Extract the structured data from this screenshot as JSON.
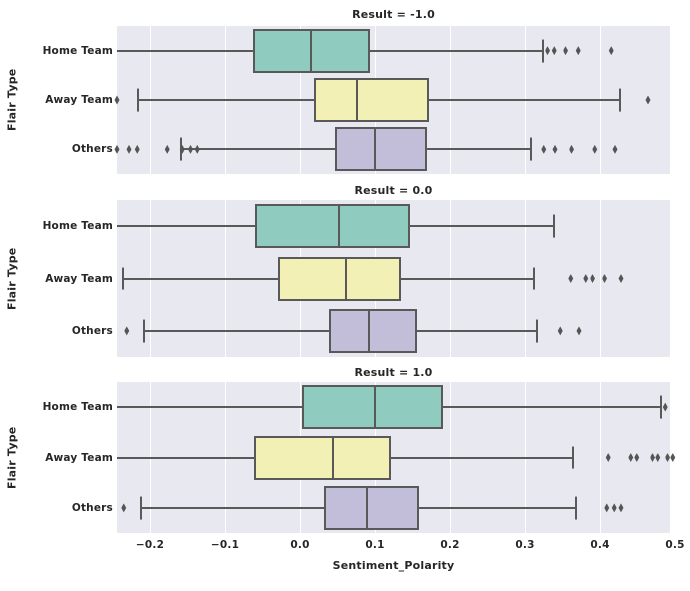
{
  "chart_data": {
    "type": "box",
    "title": "",
    "xlabel": "Sentiment_Polarity",
    "ylabel": "Flair Type",
    "xlim": [
      -0.255,
      0.505
    ],
    "xticks": [
      -0.2,
      -0.1,
      0.0,
      0.1,
      0.2,
      0.3,
      0.4,
      0.5
    ],
    "xticklabels": [
      "−0.2",
      "−0.1",
      "0.0",
      "0.1",
      "0.2",
      "0.3",
      "0.4",
      "0.5"
    ],
    "categories": [
      "Home Team",
      "Away Team",
      "Others"
    ],
    "grid": true,
    "legend": false,
    "colors": {
      "Home Team": "#8FCBBF",
      "Away Team": "#F2F0B4",
      "Others": "#C2BEDA",
      "line": "#595959",
      "panel_bg": "#E8E9F0",
      "grid": "#FFFFFF",
      "text": "#262626"
    },
    "facet_var": "Result",
    "panels": [
      {
        "title": "Result = -1.0",
        "facet_value": -1.0,
        "boxes": [
          {
            "group": "Home Team",
            "whisker_low": -0.244,
            "q1": -0.063,
            "median": 0.013,
            "q3": 0.093,
            "whisker_high": 0.323,
            "fliers": [
              0.33,
              0.339,
              0.354,
              0.371,
              0.415
            ]
          },
          {
            "group": "Away Team",
            "whisker_low": -0.217,
            "q1": 0.019,
            "median": 0.075,
            "q3": 0.172,
            "whisker_high": 0.425,
            "fliers": [
              -0.244,
              0.464
            ]
          },
          {
            "group": "Others",
            "whisker_low": -0.16,
            "q1": 0.047,
            "median": 0.098,
            "q3": 0.169,
            "whisker_high": 0.307,
            "fliers": [
              -0.244,
              -0.228,
              -0.217,
              -0.177,
              -0.157,
              -0.146,
              -0.137,
              0.325,
              0.34,
              0.362,
              0.393,
              0.42
            ]
          }
        ]
      },
      {
        "title": "Result = 0.0",
        "facet_value": 0.0,
        "boxes": [
          {
            "group": "Home Team",
            "whisker_low": -0.244,
            "q1": -0.06,
            "median": 0.051,
            "q3": 0.146,
            "whisker_high": 0.337,
            "fliers": []
          },
          {
            "group": "Away Team",
            "whisker_low": -0.238,
            "q1": -0.029,
            "median": 0.06,
            "q3": 0.135,
            "whisker_high": 0.31,
            "fliers": [
              0.361,
              0.381,
              0.39,
              0.406,
              0.428
            ]
          },
          {
            "group": "Others",
            "whisker_low": -0.209,
            "q1": 0.039,
            "median": 0.09,
            "q3": 0.156,
            "whisker_high": 0.315,
            "fliers": [
              -0.231,
              0.347,
              0.372
            ]
          }
        ]
      },
      {
        "title": "Result = 1.0",
        "facet_value": 1.0,
        "boxes": [
          {
            "group": "Home Team",
            "whisker_low": -0.244,
            "q1": 0.002,
            "median": 0.098,
            "q3": 0.19,
            "whisker_high": 0.48,
            "fliers": [
              0.487
            ]
          },
          {
            "group": "Away Team",
            "whisker_low": -0.244,
            "q1": -0.062,
            "median": 0.043,
            "q3": 0.121,
            "whisker_high": 0.362,
            "fliers": [
              0.411,
              0.441,
              0.449,
              0.47,
              0.477,
              0.49,
              0.497
            ]
          },
          {
            "group": "Others",
            "whisker_low": -0.213,
            "q1": 0.032,
            "median": 0.088,
            "q3": 0.159,
            "whisker_high": 0.366,
            "fliers": [
              -0.235,
              0.409,
              0.419,
              0.428
            ]
          }
        ]
      }
    ]
  }
}
